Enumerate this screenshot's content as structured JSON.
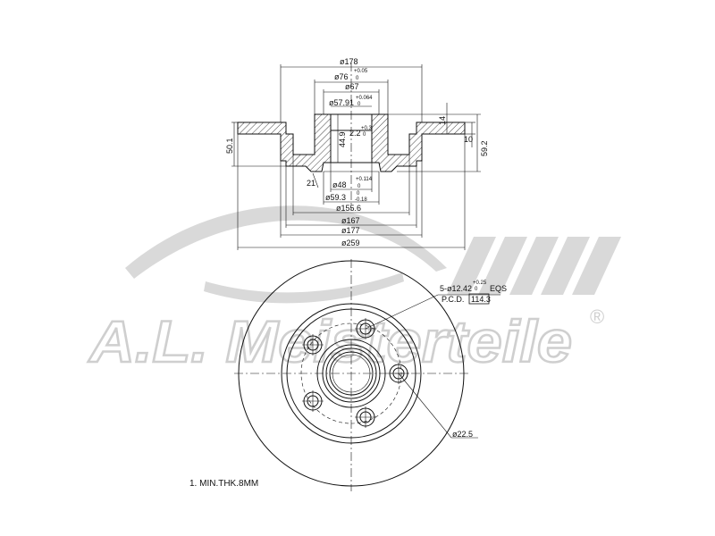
{
  "watermark": {
    "brand": "A.L. Meisterteile",
    "registered": "®"
  },
  "section_view": {
    "dims": {
      "d178": "ø178",
      "d76": "ø76",
      "d76_tol_upper": "+0.05",
      "d76_tol_lower": "0",
      "d67": "ø67",
      "d5791": "ø57.91",
      "d5791_tol_upper": "+0.064",
      "d5791_tol_lower": "0",
      "h449": "44.9",
      "t22": "2.2",
      "t22_tol_upper": "+0.3",
      "t22_tol_lower": "0",
      "h501": "50.1",
      "h14": "14",
      "h10": "10",
      "h592": "59.2",
      "r21": "21",
      "d48": "ø48",
      "d48_tol_upper": "+0.114",
      "d48_tol_lower": "0",
      "d593": "ø59.3",
      "d593_tol": "-0.18",
      "d593_tol_zero": "0",
      "d1556": "ø155.6",
      "d167": "ø167",
      "d177": "ø177",
      "d259": "ø259"
    }
  },
  "front_view": {
    "bolt_holes": "5-ø12.42",
    "bolt_holes_tol_upper": "+0.25",
    "bolt_holes_tol_lower": "0",
    "bolt_holes_suffix": "EQS",
    "pcd_label": "P.C.D.",
    "pcd_value": "114.3",
    "d225": "ø22.5"
  },
  "note": "1. MIN.THK.8MM"
}
